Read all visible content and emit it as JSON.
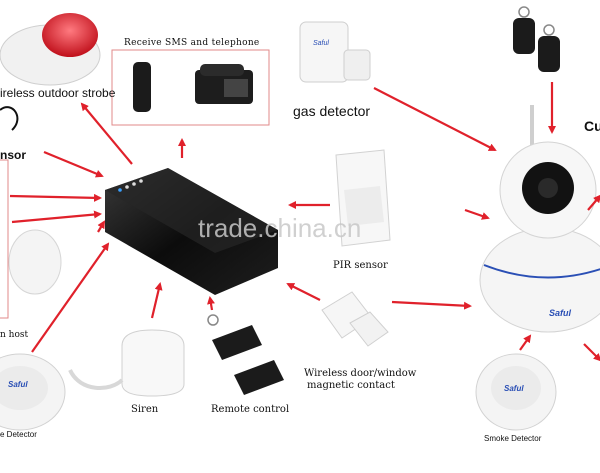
{
  "labels": {
    "receive_sms": "Receive SMS and telephone",
    "outdoor_strobe": "ireless outdoor strobe",
    "gas_detector": "gas detector",
    "camera_partial": "Cu",
    "sensor_partial": "nsor",
    "pir_sensor": "PIR sensor",
    "host_partial": "n host",
    "door_window_line1": "Wireless door/window",
    "door_window_line2": "magnetic contact",
    "siren": "Siren",
    "remote_control": "Remote control",
    "smoke_left": "e Detector",
    "smoke_right": "Smoke Detector",
    "watermark": "trade.china.cn",
    "brand_gas": "Saful",
    "brand_camera": "Saful",
    "brand_smoke_left": "Saful",
    "brand_smoke_right": "Saful"
  },
  "colors": {
    "arrow": "#e0212b",
    "box_border": "#e08a8a",
    "host_body": "#151515",
    "watermark": "#c8c8c8"
  }
}
